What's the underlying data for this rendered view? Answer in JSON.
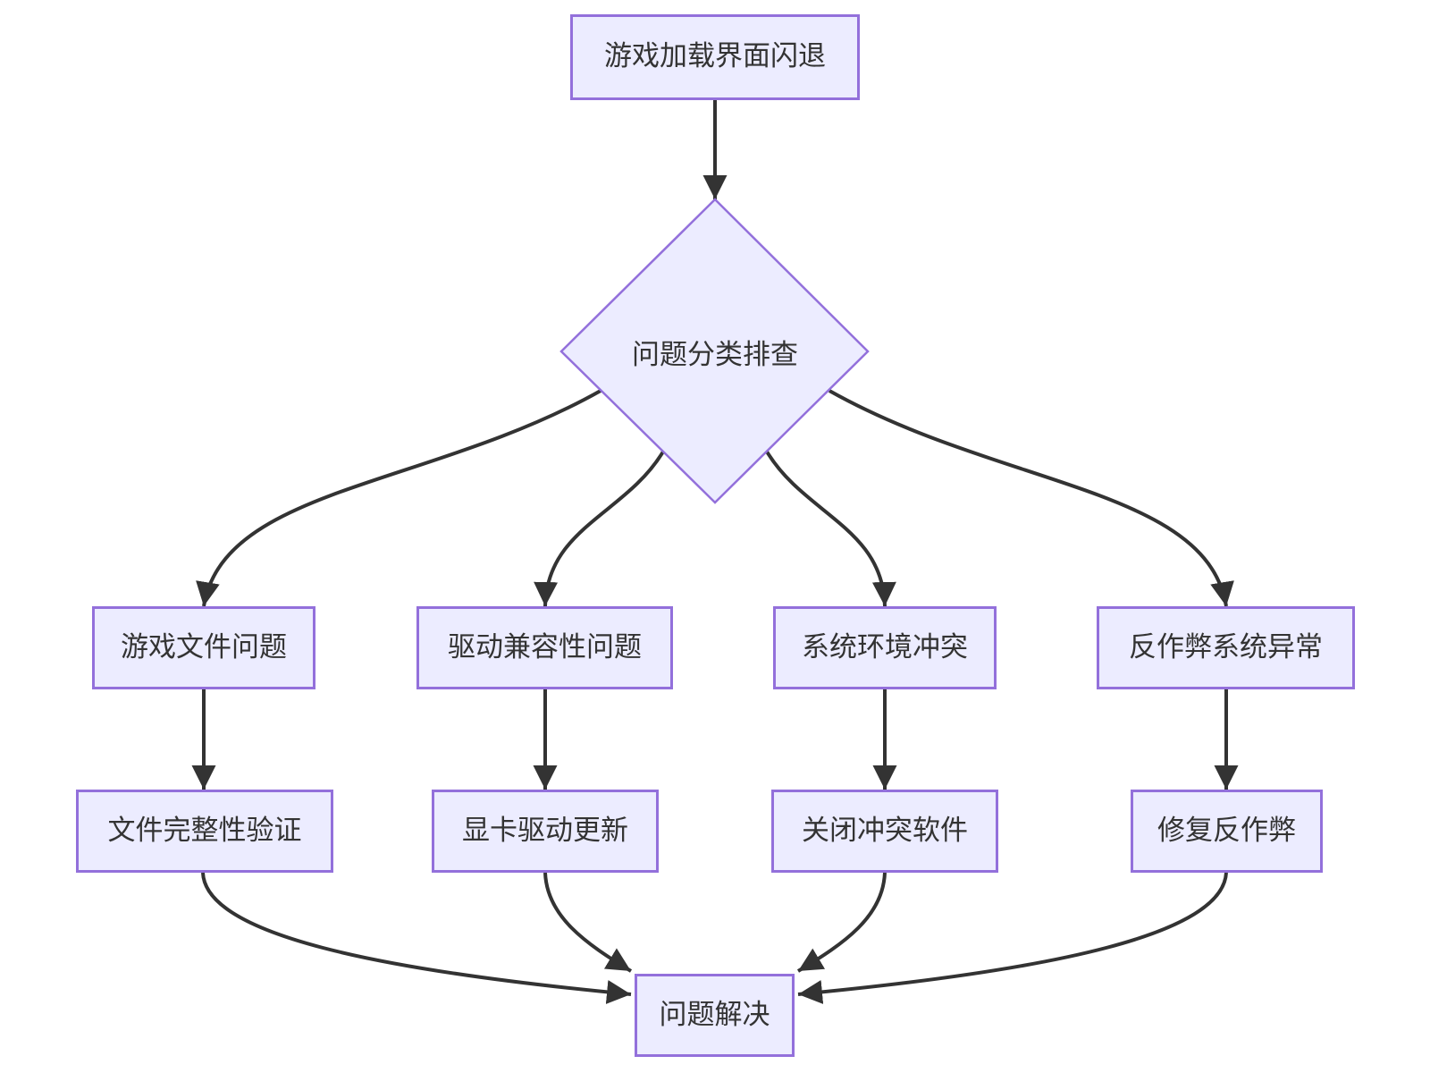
{
  "diagram": {
    "type": "flowchart",
    "direction": "top-down",
    "colors": {
      "node_fill": "#ECECFF",
      "node_border": "#9370DB",
      "edge": "#333333",
      "text": "#333333",
      "background": "#FFFFFF"
    },
    "nodes": {
      "start": {
        "label": "游戏加载界面闪退",
        "shape": "rect"
      },
      "decision": {
        "label": "问题分类排查",
        "shape": "diamond"
      },
      "branch1": {
        "label": "游戏文件问题",
        "shape": "rect"
      },
      "branch2": {
        "label": "驱动兼容性问题",
        "shape": "rect"
      },
      "branch3": {
        "label": "系统环境冲突",
        "shape": "rect"
      },
      "branch4": {
        "label": "反作弊系统异常",
        "shape": "rect"
      },
      "action1": {
        "label": "文件完整性验证",
        "shape": "rect"
      },
      "action2": {
        "label": "显卡驱动更新",
        "shape": "rect"
      },
      "action3": {
        "label": "关闭冲突软件",
        "shape": "rect"
      },
      "action4": {
        "label": "修复反作弊",
        "shape": "rect"
      },
      "end": {
        "label": "问题解决",
        "shape": "rect"
      }
    },
    "edges": [
      {
        "from": "start",
        "to": "decision"
      },
      {
        "from": "decision",
        "to": "branch1"
      },
      {
        "from": "decision",
        "to": "branch2"
      },
      {
        "from": "decision",
        "to": "branch3"
      },
      {
        "from": "decision",
        "to": "branch4"
      },
      {
        "from": "branch1",
        "to": "action1"
      },
      {
        "from": "branch2",
        "to": "action2"
      },
      {
        "from": "branch3",
        "to": "action3"
      },
      {
        "from": "branch4",
        "to": "action4"
      },
      {
        "from": "action1",
        "to": "end"
      },
      {
        "from": "action2",
        "to": "end"
      },
      {
        "from": "action3",
        "to": "end"
      },
      {
        "from": "action4",
        "to": "end"
      }
    ]
  }
}
